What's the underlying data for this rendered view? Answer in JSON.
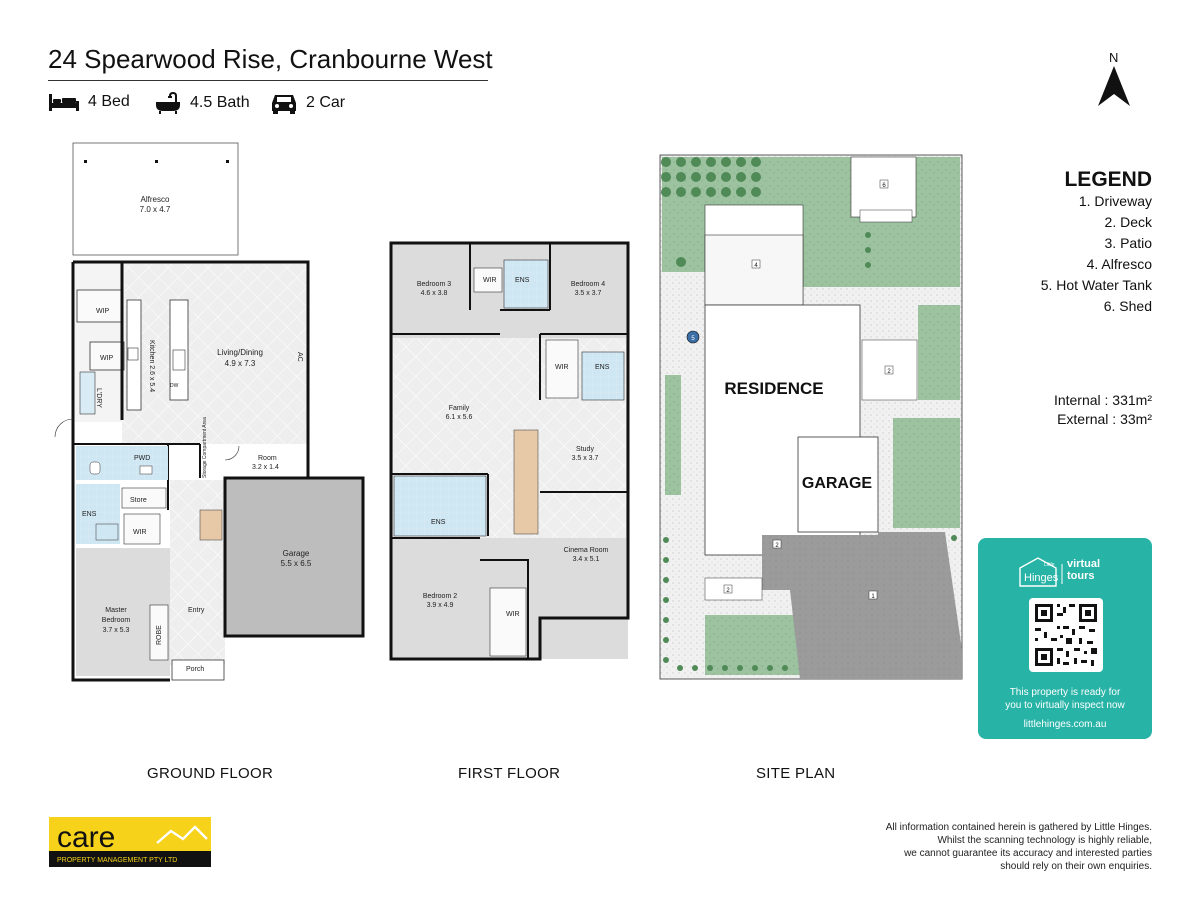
{
  "header": {
    "address": "24 Spearwood Rise, Cranbourne West",
    "features": [
      {
        "icon": "bed-icon",
        "label": "4 Bed"
      },
      {
        "icon": "bath-icon",
        "label": "4.5 Bath"
      },
      {
        "icon": "car-icon",
        "label": "2 Car"
      }
    ]
  },
  "compass": {
    "label": "N"
  },
  "ground_floor": {
    "title": "GROUND FLOOR",
    "rooms": {
      "alfresco_name": "Alfresco",
      "alfresco_dim": "7.0 x 4.7",
      "living_name": "Living/Dining",
      "living_dim": "4.9 x 7.3",
      "kitchen": "Kitchen 2.6 x 5.4",
      "wip1": "WIP",
      "wip2": "WIP",
      "ldry": "L'DRY",
      "ac": "AC",
      "dw": "DW",
      "pwd": "PWD",
      "store": "Store",
      "ens": "ENS",
      "wir": "WIR",
      "storage": "Storage Compartment Area",
      "room_name": "Room",
      "room_dim": "3.2 x 1.4",
      "garage_name": "Garage",
      "garage_dim": "5.5 x 6.5",
      "master_name1": "Master",
      "master_name2": "Bedroom",
      "master_dim": "3.7 x 5.3",
      "robe": "ROBE",
      "entry": "Entry",
      "porch": "Porch"
    }
  },
  "first_floor": {
    "title": "FIRST FLOOR",
    "rooms": {
      "bed3_name": "Bedroom 3",
      "bed3_dim": "4.6 x 3.8",
      "bed4_name": "Bedroom 4",
      "bed4_dim": "3.5 x 3.7",
      "wir_a": "WIR",
      "ens_a": "ENS",
      "wir_b": "WIR",
      "ens_b": "ENS",
      "family_name": "Family",
      "family_dim": "6.1 x 5.6",
      "study_name": "Study",
      "study_dim": "3.5 x 3.7",
      "ens_c": "ENS",
      "cinema_name": "Cinema Room",
      "cinema_dim": "3.4 x 5.1",
      "bed2_name": "Bedroom 2",
      "bed2_dim": "3.9 x 4.9",
      "wir_c": "WIR"
    }
  },
  "site_plan": {
    "title": "SITE PLAN",
    "residence": "RESIDENCE",
    "garage": "GARAGE",
    "markers": {
      "m1": "1",
      "m2a": "2",
      "m2b": "2",
      "m2c": "2",
      "m4": "4",
      "m5": "5",
      "m6": "6"
    }
  },
  "legend": {
    "title": "LEGEND",
    "items": [
      "1. Driveway",
      "2. Deck",
      "3. Patio",
      "4. Alfresco",
      "5. Hot Water Tank",
      "6. Shed"
    ]
  },
  "areas": {
    "internal_label": "Internal",
    "internal_value": ": 331m²",
    "external_label": "External :",
    "external_value": "33m²"
  },
  "promo": {
    "brand_small": "Little",
    "brand_name": "Hinges",
    "brand_product": "virtual tours",
    "message_line1": "This property is ready for",
    "message_line2": "you to virtually inspect now",
    "url": "littlehinges.com.au",
    "color": "#27b3a6"
  },
  "logo": {
    "brand": "care",
    "tagline": "PROPERTY MANAGEMENT PTY LTD",
    "accent": "#f6d21a"
  },
  "disclaimer": [
    "All information contained herein is gathered by Little Hinges.",
    "Whilst the scanning technology is highly reliable,",
    "we cannot guarantee its accuracy and interested parties",
    "should rely on their own enquiries."
  ]
}
